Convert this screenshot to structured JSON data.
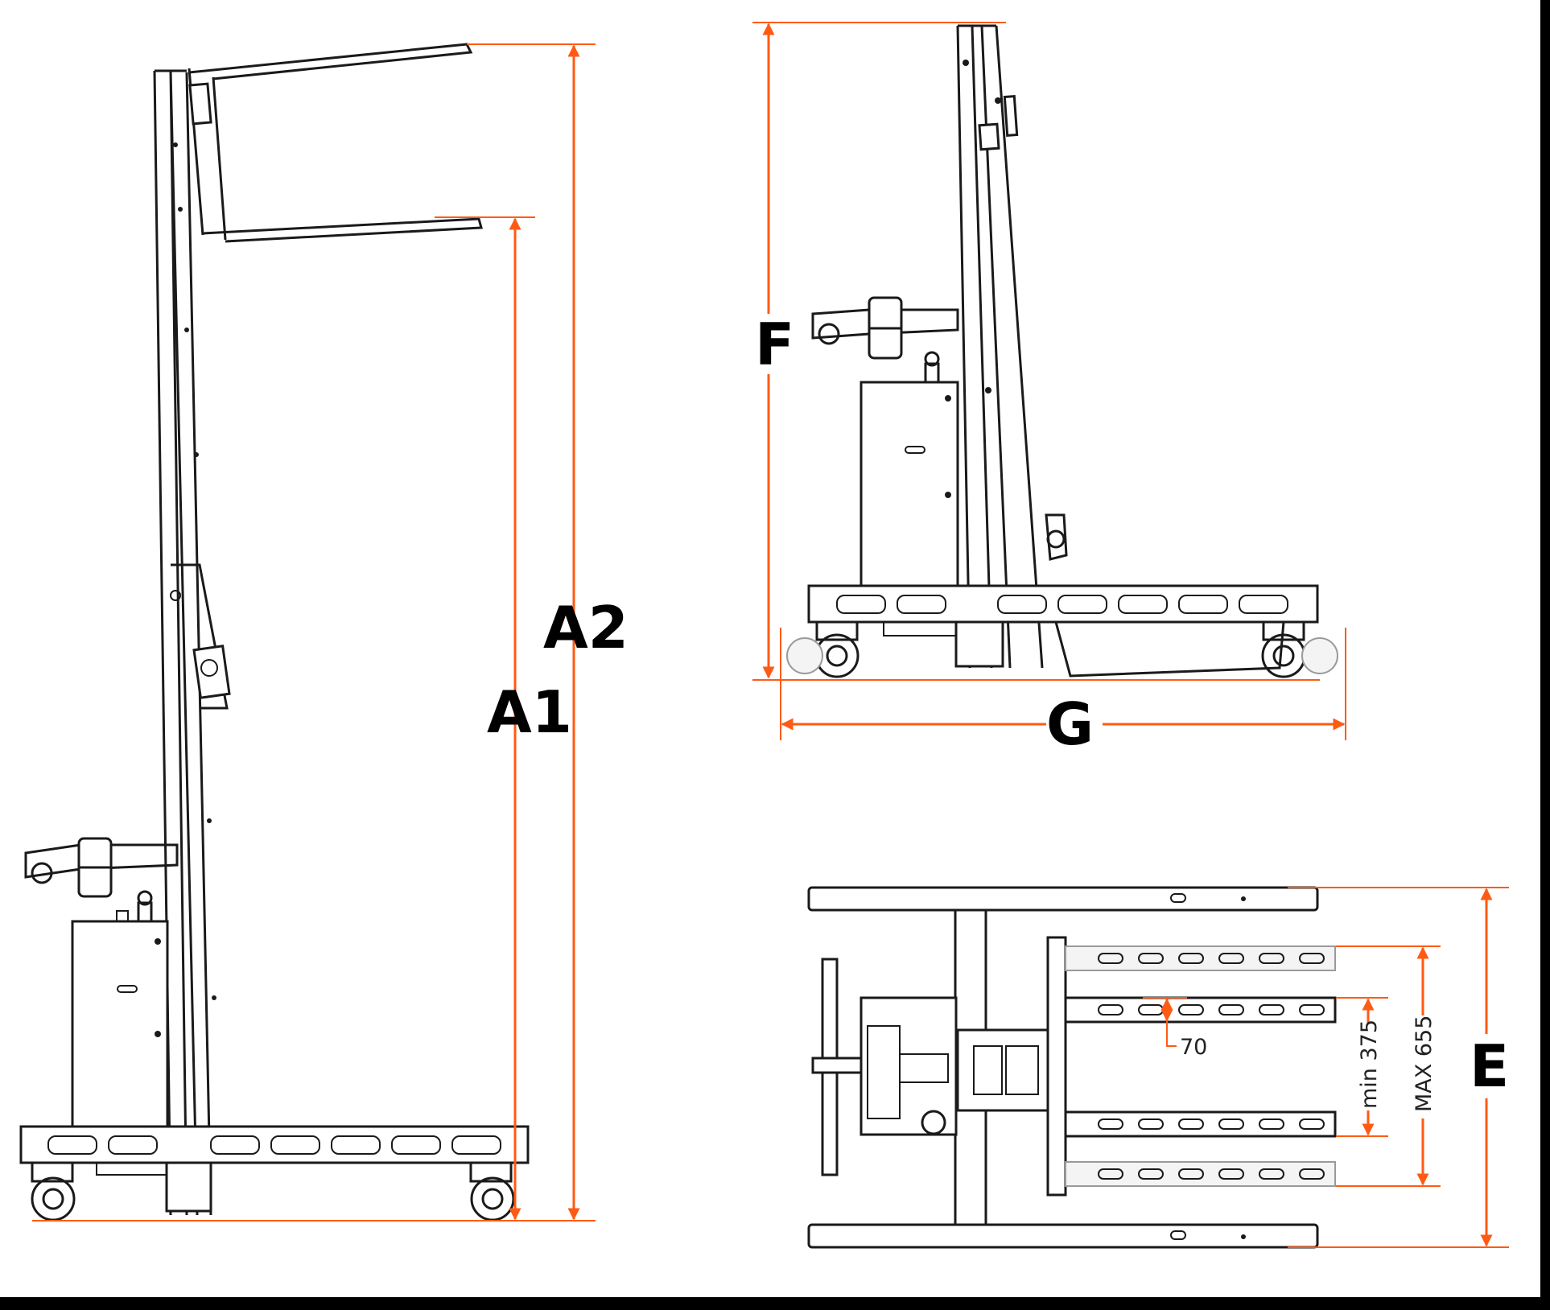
{
  "colors": {
    "dimension": "#ff5a14",
    "line": "#1a1a1a",
    "background": "#ffffff",
    "border": "#000000"
  },
  "labels": {
    "a1": "A1",
    "a2": "A2",
    "f": "F",
    "g": "G",
    "e": "E",
    "dim_70": "70",
    "dim_min": "min 375",
    "dim_max": "MAX 655"
  }
}
